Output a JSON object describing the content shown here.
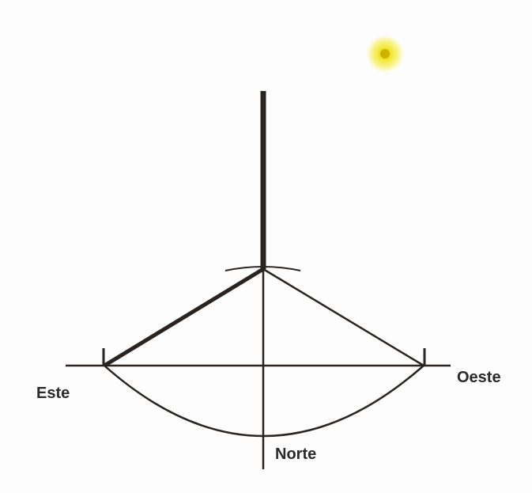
{
  "labels": {
    "este": "Este",
    "oeste": "Oeste",
    "norte": "Norte"
  },
  "colors": {
    "background": "#fdfdfd",
    "line": "#2a2420",
    "sun_core": "#d9c200",
    "sun_glow": "#f7f26a"
  },
  "icons": {
    "sun": "sun-icon"
  }
}
